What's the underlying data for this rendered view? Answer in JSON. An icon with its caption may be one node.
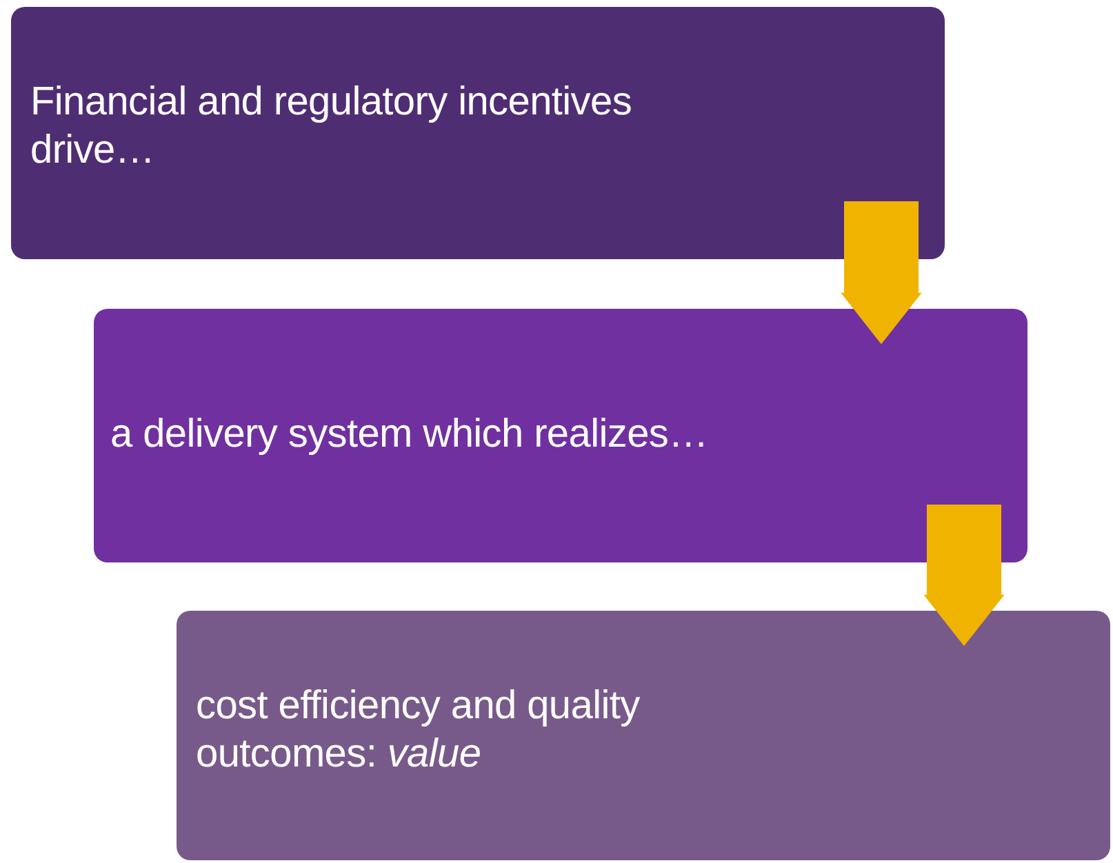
{
  "diagram": {
    "nodes": [
      {
        "text": [
          "Financial and regulatory incentives drive…"
        ]
      },
      {
        "text": [
          "a delivery system which realizes…"
        ]
      },
      {
        "text": [
          "cost efficiency and quality outcomes: *value*"
        ]
      }
    ],
    "edges": [
      {
        "from": 0,
        "to": 1,
        "arrow": "to"
      },
      {
        "from": 1,
        "to": 2,
        "arrow": "to"
      }
    ]
  }
}
